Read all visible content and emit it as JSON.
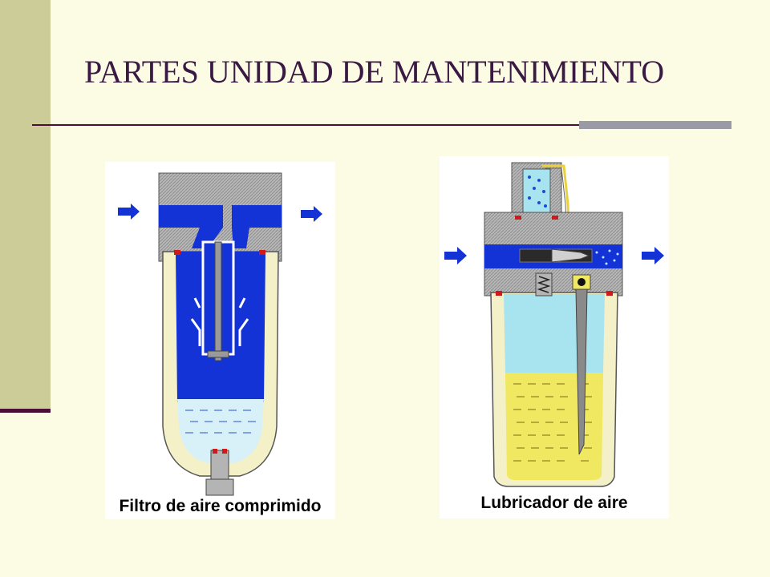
{
  "slide": {
    "title": "PARTES UNIDAD DE MANTENIMIENTO"
  },
  "figures": [
    {
      "caption": "Filtro de aire comprimido"
    },
    {
      "caption": "Lubricador de aire"
    }
  ],
  "colors": {
    "background": "#fcfce4",
    "sidebar": "#cccc99",
    "accent_line": "#4a0f35",
    "air_blue": "#1433d6",
    "water": "#d8f0f8",
    "oil": "#f0e860",
    "body_gray": "#b4b4b4"
  }
}
